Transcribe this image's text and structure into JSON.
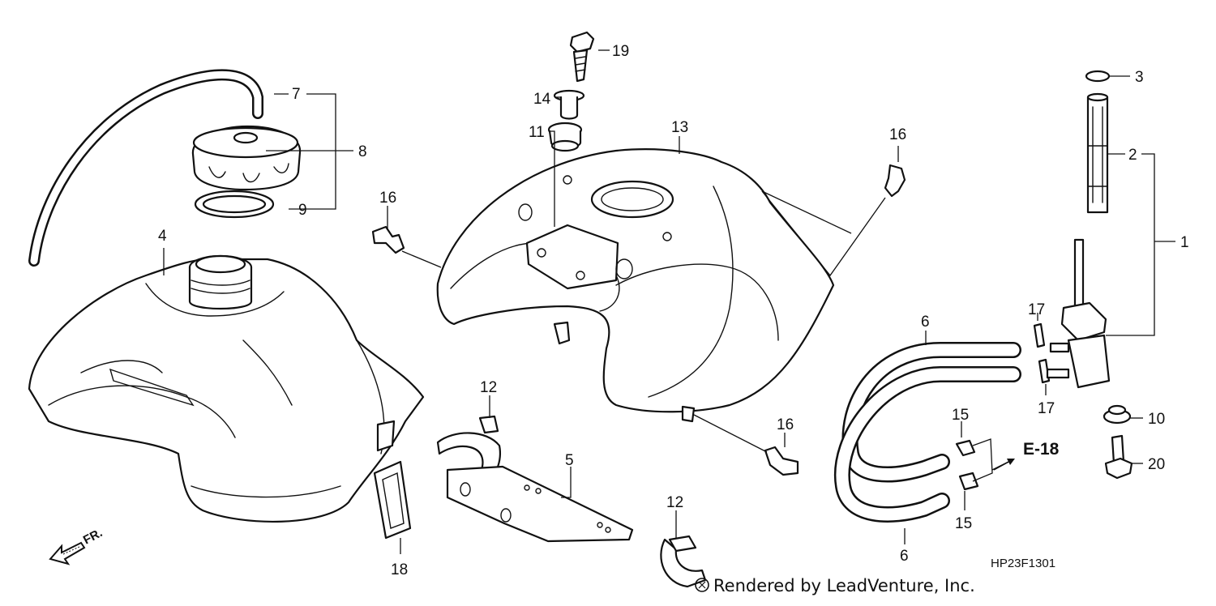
{
  "callouts": {
    "p1": "1",
    "p2": "2",
    "p3": "3",
    "p4": "4",
    "p5": "5",
    "p6a": "6",
    "p6b": "6",
    "p7": "7",
    "p8": "8",
    "p9": "9",
    "p10": "10",
    "p11": "11",
    "p12a": "12",
    "p12b": "12",
    "p13": "13",
    "p14": "14",
    "p15a": "15",
    "p15b": "15",
    "p16a": "16",
    "p16b": "16",
    "p16c": "16",
    "p17a": "17",
    "p17b": "17",
    "p18": "18",
    "p19": "19",
    "p20": "20"
  },
  "reference": "E-18",
  "direction_label": "FR.",
  "diagram_code": "HP23F1301",
  "credit": "Rendered by LeadVenture, Inc."
}
